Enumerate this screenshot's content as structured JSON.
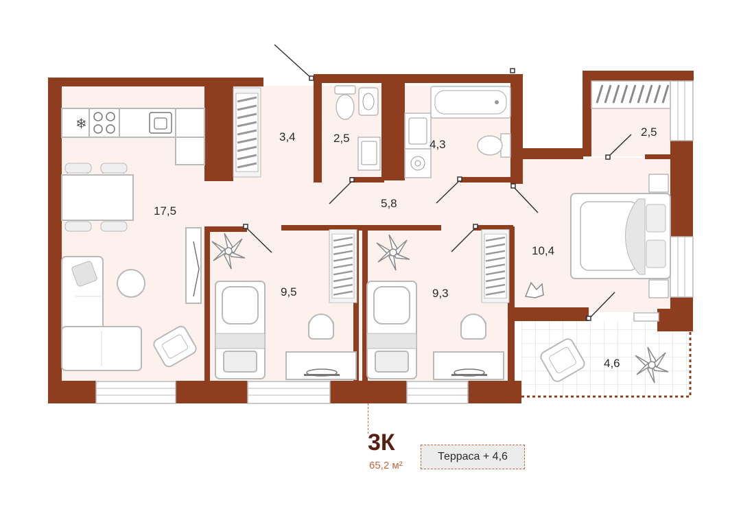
{
  "colors": {
    "wall": "#8e3d1f",
    "floor": "#fcf1ec",
    "terrace_grid": "#d8d8d8",
    "terrace_rail": "#8e3d1f",
    "furniture_stroke": "#b9b9b9",
    "furniture_fill": "#efefef",
    "label": "#2a2a2a",
    "accent": "#c0673f",
    "legend_title": "#5a1f12"
  },
  "rooms": {
    "kitchen_living": "17,5",
    "wardrobe": "3,4",
    "toilet": "2,5",
    "bathroom": "4,3",
    "storage": "2,5",
    "hall": "5,8",
    "bedroom_1": "9,5",
    "bedroom_2": "9,3",
    "master_bedroom": "10,4",
    "terrace": "4,6"
  },
  "legend": {
    "type": "3К",
    "area": "65,2 м²",
    "terrace": "Терраса + 4,6"
  },
  "icons": {
    "fridge": "snowflake-icon",
    "plant": "plant-icon"
  }
}
